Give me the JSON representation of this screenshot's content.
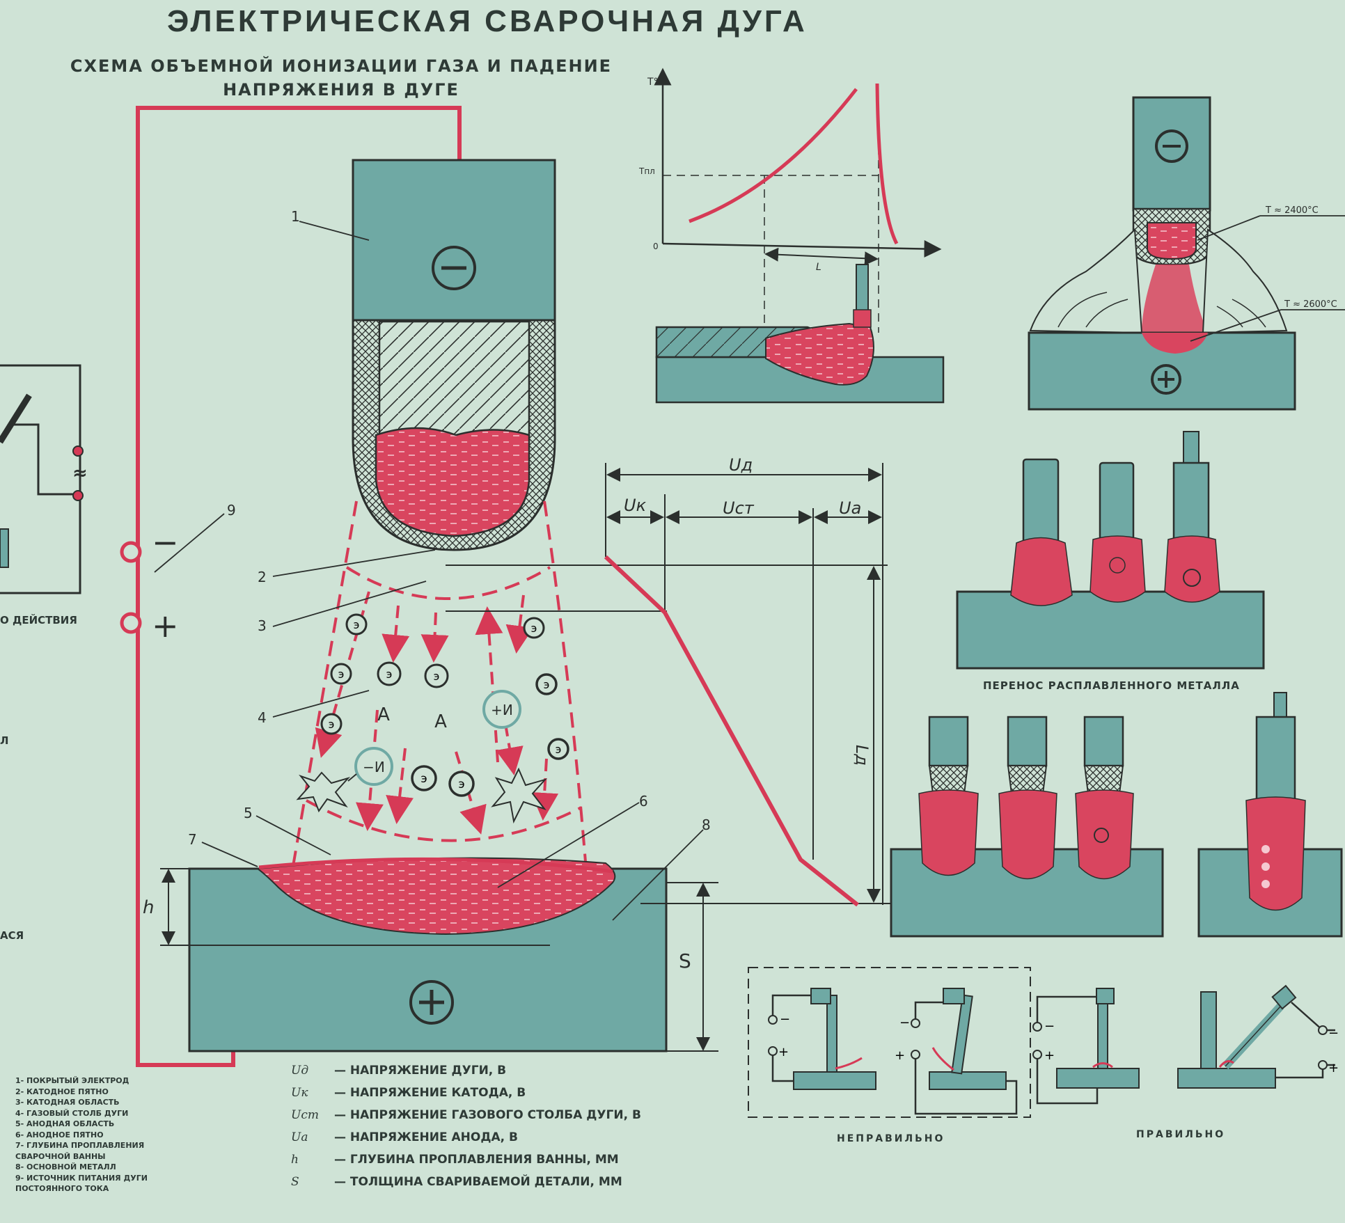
{
  "title": "ЭЛЕКТРИЧЕСКАЯ  СВАРОЧНАЯ ДУГА",
  "subtitle_line1": "СХЕМА ОБЪЕМНОЙ ИОНИЗАЦИИ ГАЗА И ПАДЕНИЕ",
  "subtitle_line2": "НАПРЯЖЕНИЯ В ДУГЕ",
  "callout_numbers": [
    "1",
    "2",
    "3",
    "4",
    "5",
    "6",
    "7",
    "8",
    "9"
  ],
  "polarity": {
    "minus": "−",
    "plus": "+"
  },
  "particles": {
    "electron": "э",
    "atom": "А",
    "positive_ion": "+И",
    "negative_ion": "−И"
  },
  "dimensions": {
    "h": "h",
    "s": "S",
    "arc_length": "Lд"
  },
  "voltage_labels": {
    "ud": "Uд",
    "uk": "Uк",
    "ust": "Uст",
    "ua": "Uа"
  },
  "graph": {
    "t_axis": "T°",
    "t_melt": "Tпл",
    "origin": "0",
    "length": "L"
  },
  "temperatures": {
    "t1": "T ≈ 2400°C",
    "t2": "T ≈ 2600°C"
  },
  "captions": {
    "transfer": "ПЕРЕНОС  РАСПЛАВЛЕННОГО МЕТАЛЛА",
    "wrong": "НЕПРАВИЛЬНО",
    "right": "ПРАВИЛЬНО"
  },
  "left_edge": {
    "text1": "О ДЕЙСТВИЯ",
    "text2": "Л",
    "text3": "АСЯ",
    "ac_symbol": "≈"
  },
  "numbered_legend": [
    "1- ПОКРЫТЫЙ ЭЛЕКТРОД",
    "2- КАТОДНОЕ ПЯТНО",
    "3- КАТОДНАЯ ОБЛАСТЬ",
    "4- ГАЗОВЫЙ СТОЛБ ДУГИ",
    "5- АНОДНАЯ ОБЛАСТЬ",
    "6- АНОДНОЕ ПЯТНО",
    "7- ГЛУБИНА ПРОПЛАВЛЕНИЯ",
    "   СВАРОЧНОЙ ВАННЫ",
    "8- ОСНОВНОЙ МЕТАЛЛ",
    "9- ИСТОЧНИК ПИТАНИЯ ДУГИ",
    "   ПОСТОЯННОГО ТОКА"
  ],
  "symbol_legend": [
    {
      "sym": "Uд",
      "text": "— НАПРЯЖЕНИЕ ДУГИ, В"
    },
    {
      "sym": "Uк",
      "text": "— НАПРЯЖЕНИЕ КАТОДА, В"
    },
    {
      "sym": "Uст",
      "text": "— НАПРЯЖЕНИЕ ГАЗОВОГО СТОЛБА ДУГИ, В"
    },
    {
      "sym": "Uа",
      "text": "— НАПРЯЖЕНИЕ АНОДА, В"
    },
    {
      "sym": "h",
      "text": "— ГЛУБИНА ПРОПЛАВЛЕНИЯ ВАННЫ, ММ"
    },
    {
      "sym": "S",
      "text": "— ТОЛЩИНА СВАРИВАЕМОЙ ДЕТАЛИ, ММ"
    }
  ],
  "colors": {
    "background": "#cfe3d6",
    "metal_teal": "#6fa9a4",
    "molten_red": "#d9455f",
    "line_dark": "#2b2f2d",
    "wire_red": "#d63a56"
  }
}
